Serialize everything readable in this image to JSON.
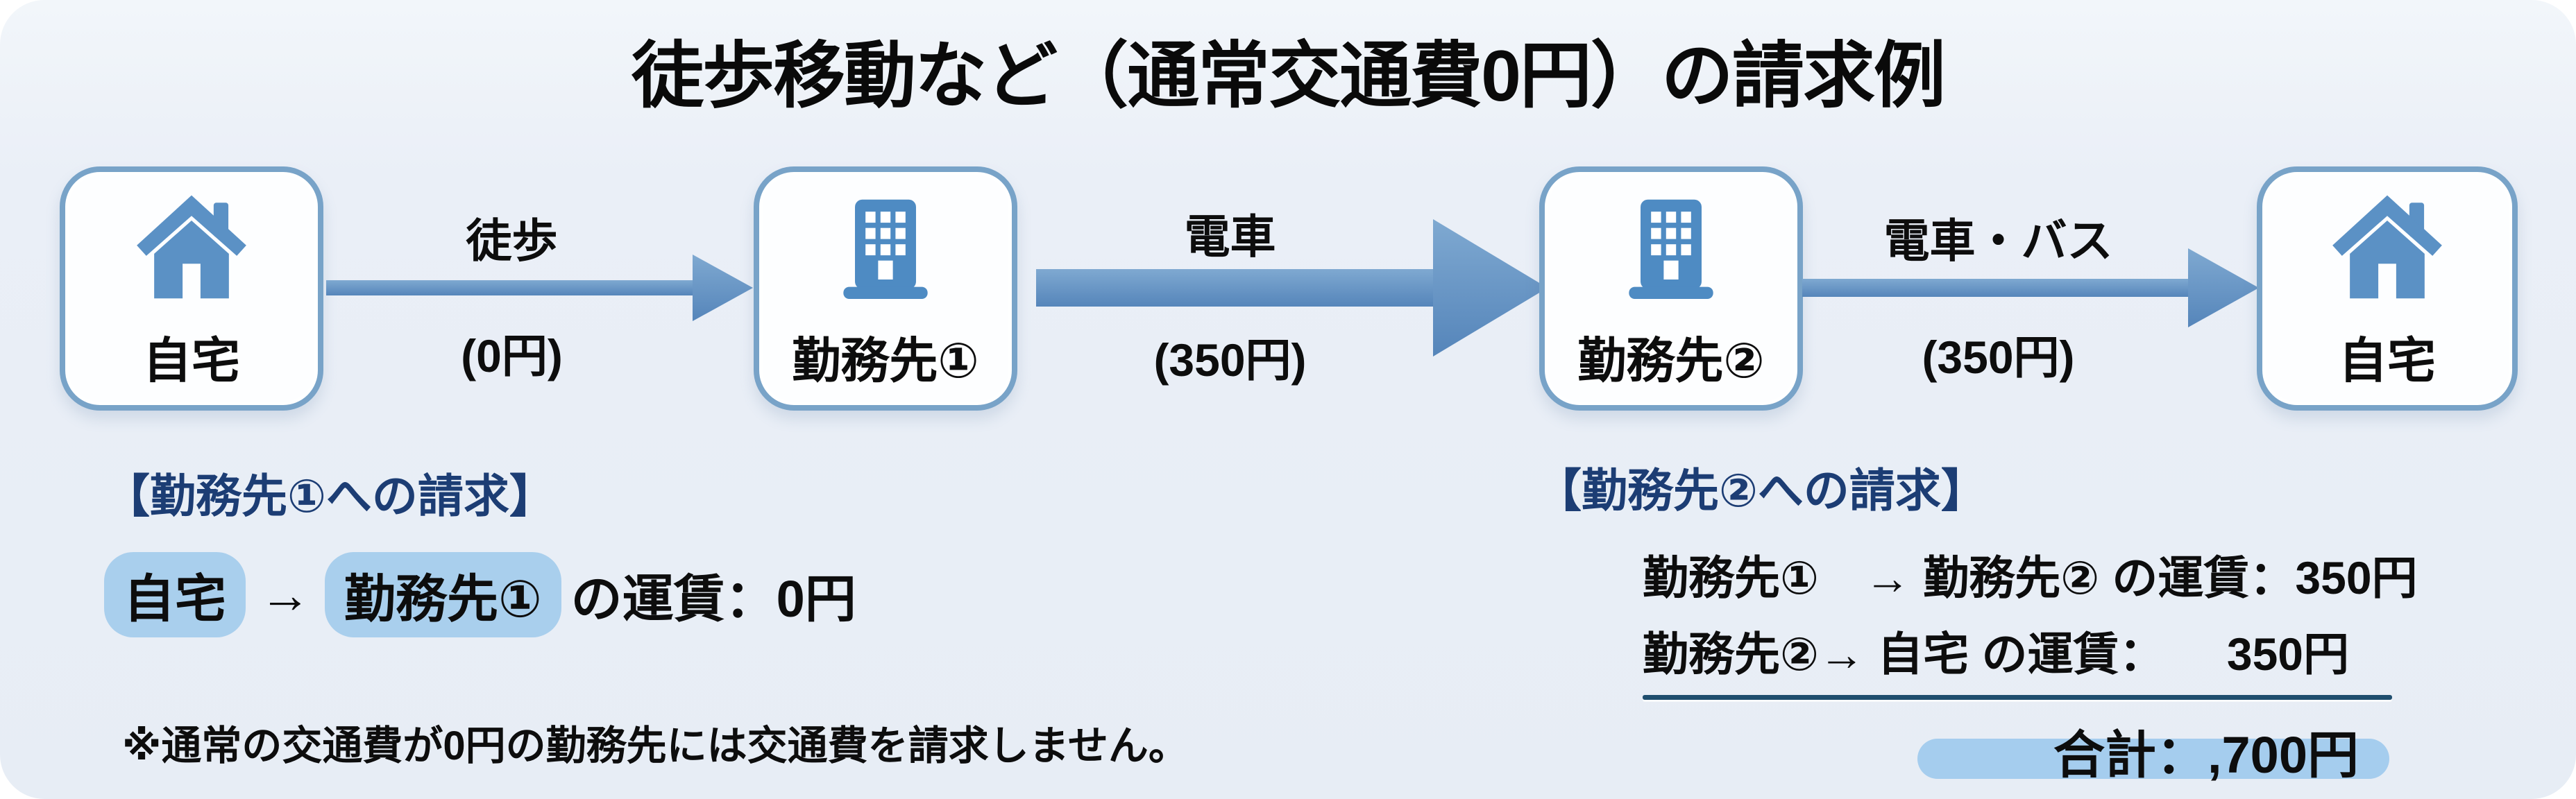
{
  "title": "徒歩移動など（通常交通費0円）の請求例",
  "flow": {
    "nodes": [
      {
        "label": "自宅",
        "icon": "home-icon"
      },
      {
        "label": "勤務先①",
        "icon": "office-building-icon"
      },
      {
        "label": "勤務先②",
        "icon": "office-building-icon"
      },
      {
        "label": "自宅",
        "icon": "home-icon"
      }
    ],
    "edges": [
      {
        "mode": "徒歩",
        "fare": "(0円)",
        "weight": "thin"
      },
      {
        "mode": "電車",
        "fare": "(350円)",
        "weight": "thick"
      },
      {
        "mode": "電車・バス",
        "fare": "(350円)",
        "weight": "medium"
      }
    ]
  },
  "billing_left": {
    "header": "【勤務先①への請求】",
    "from": "自宅",
    "arrow": "→",
    "to": "勤務先①",
    "suffix": "の運賃：0円"
  },
  "billing_right": {
    "header": "【勤務先②への請求】",
    "line1": "勤務先①　→ 勤務先② の運賃：350円",
    "line2_label": "勤務先②→ 自宅 の運賃：",
    "line2_amount": "350円",
    "total": "合計：,700円"
  },
  "footnote": "※通常の交通費が0円の勤務先には交通費を請求しません。",
  "colors": {
    "panel_background": "#e9eef6",
    "node_border": "#78a3c8",
    "icon_blue": "#5b91c5",
    "arrow_blue": "#5e92c4",
    "header_navy": "#1c3d74",
    "highlight_pill": "#a9cfed",
    "divider_navy": "#1f4e6e",
    "text_black": "#0d0d0d"
  }
}
